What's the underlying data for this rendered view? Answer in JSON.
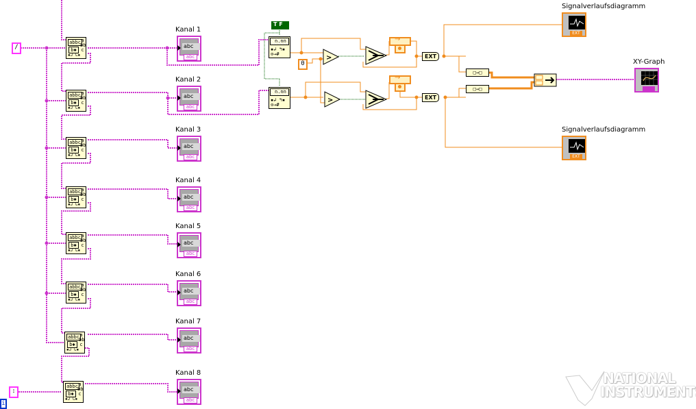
{
  "diagram": {
    "type": "LabVIEW block diagram",
    "constants": {
      "delimiter_top": "/",
      "delimiter_bottom": ":",
      "zero": "0",
      "boolean": "T F"
    },
    "scan_node_label": {
      "format": "abbc",
      "sub": "b✱",
      "outputs": "a bb c"
    },
    "channels": [
      {
        "label": "Kanal 1",
        "value": "abc",
        "tag": "abc"
      },
      {
        "label": "Kanal 2",
        "value": "abc",
        "tag": "abc"
      },
      {
        "label": "Kanal 3",
        "value": "abc",
        "tag": "abc"
      },
      {
        "label": "Kanal 4",
        "value": "abc",
        "tag": "abc"
      },
      {
        "label": "Kanal 5",
        "value": "abc",
        "tag": "abc"
      },
      {
        "label": "Kanal 6",
        "value": "abc",
        "tag": "abc"
      },
      {
        "label": "Kanal 7",
        "value": "abc",
        "tag": "abc"
      },
      {
        "label": "Kanal 8",
        "value": "abc",
        "tag": "abc"
      }
    ],
    "frac_nodes": [
      {
        "title": "n.nn",
        "bottom": "⊙→#"
      },
      {
        "title": "n.nn",
        "bottom": "⊙→#"
      }
    ],
    "comparators": [
      {
        "symbol": ">"
      },
      {
        "symbol": ">"
      }
    ],
    "ext_labels": [
      "EXT",
      "EXT"
    ],
    "bundle_nodes": [
      "□→□",
      "□→□"
    ],
    "graphs": {
      "waveform_top": {
        "label": "Signalverlaufsdiagramm",
        "tag": "EXT"
      },
      "waveform_bottom": {
        "label": "Signalverlaufsdiagramm",
        "tag": "EXT"
      },
      "xy_graph": {
        "label": "XY-Graph"
      }
    },
    "logo": {
      "line1": "NATIONAL",
      "line2": "INSTRUMENTS"
    },
    "corner_indicator": "i",
    "colors": {
      "string_wire": "#cc33cc",
      "numeric_wire": "#f08c1e",
      "boolean_wire": "#006600",
      "node_fill": "#fffdd0"
    }
  }
}
